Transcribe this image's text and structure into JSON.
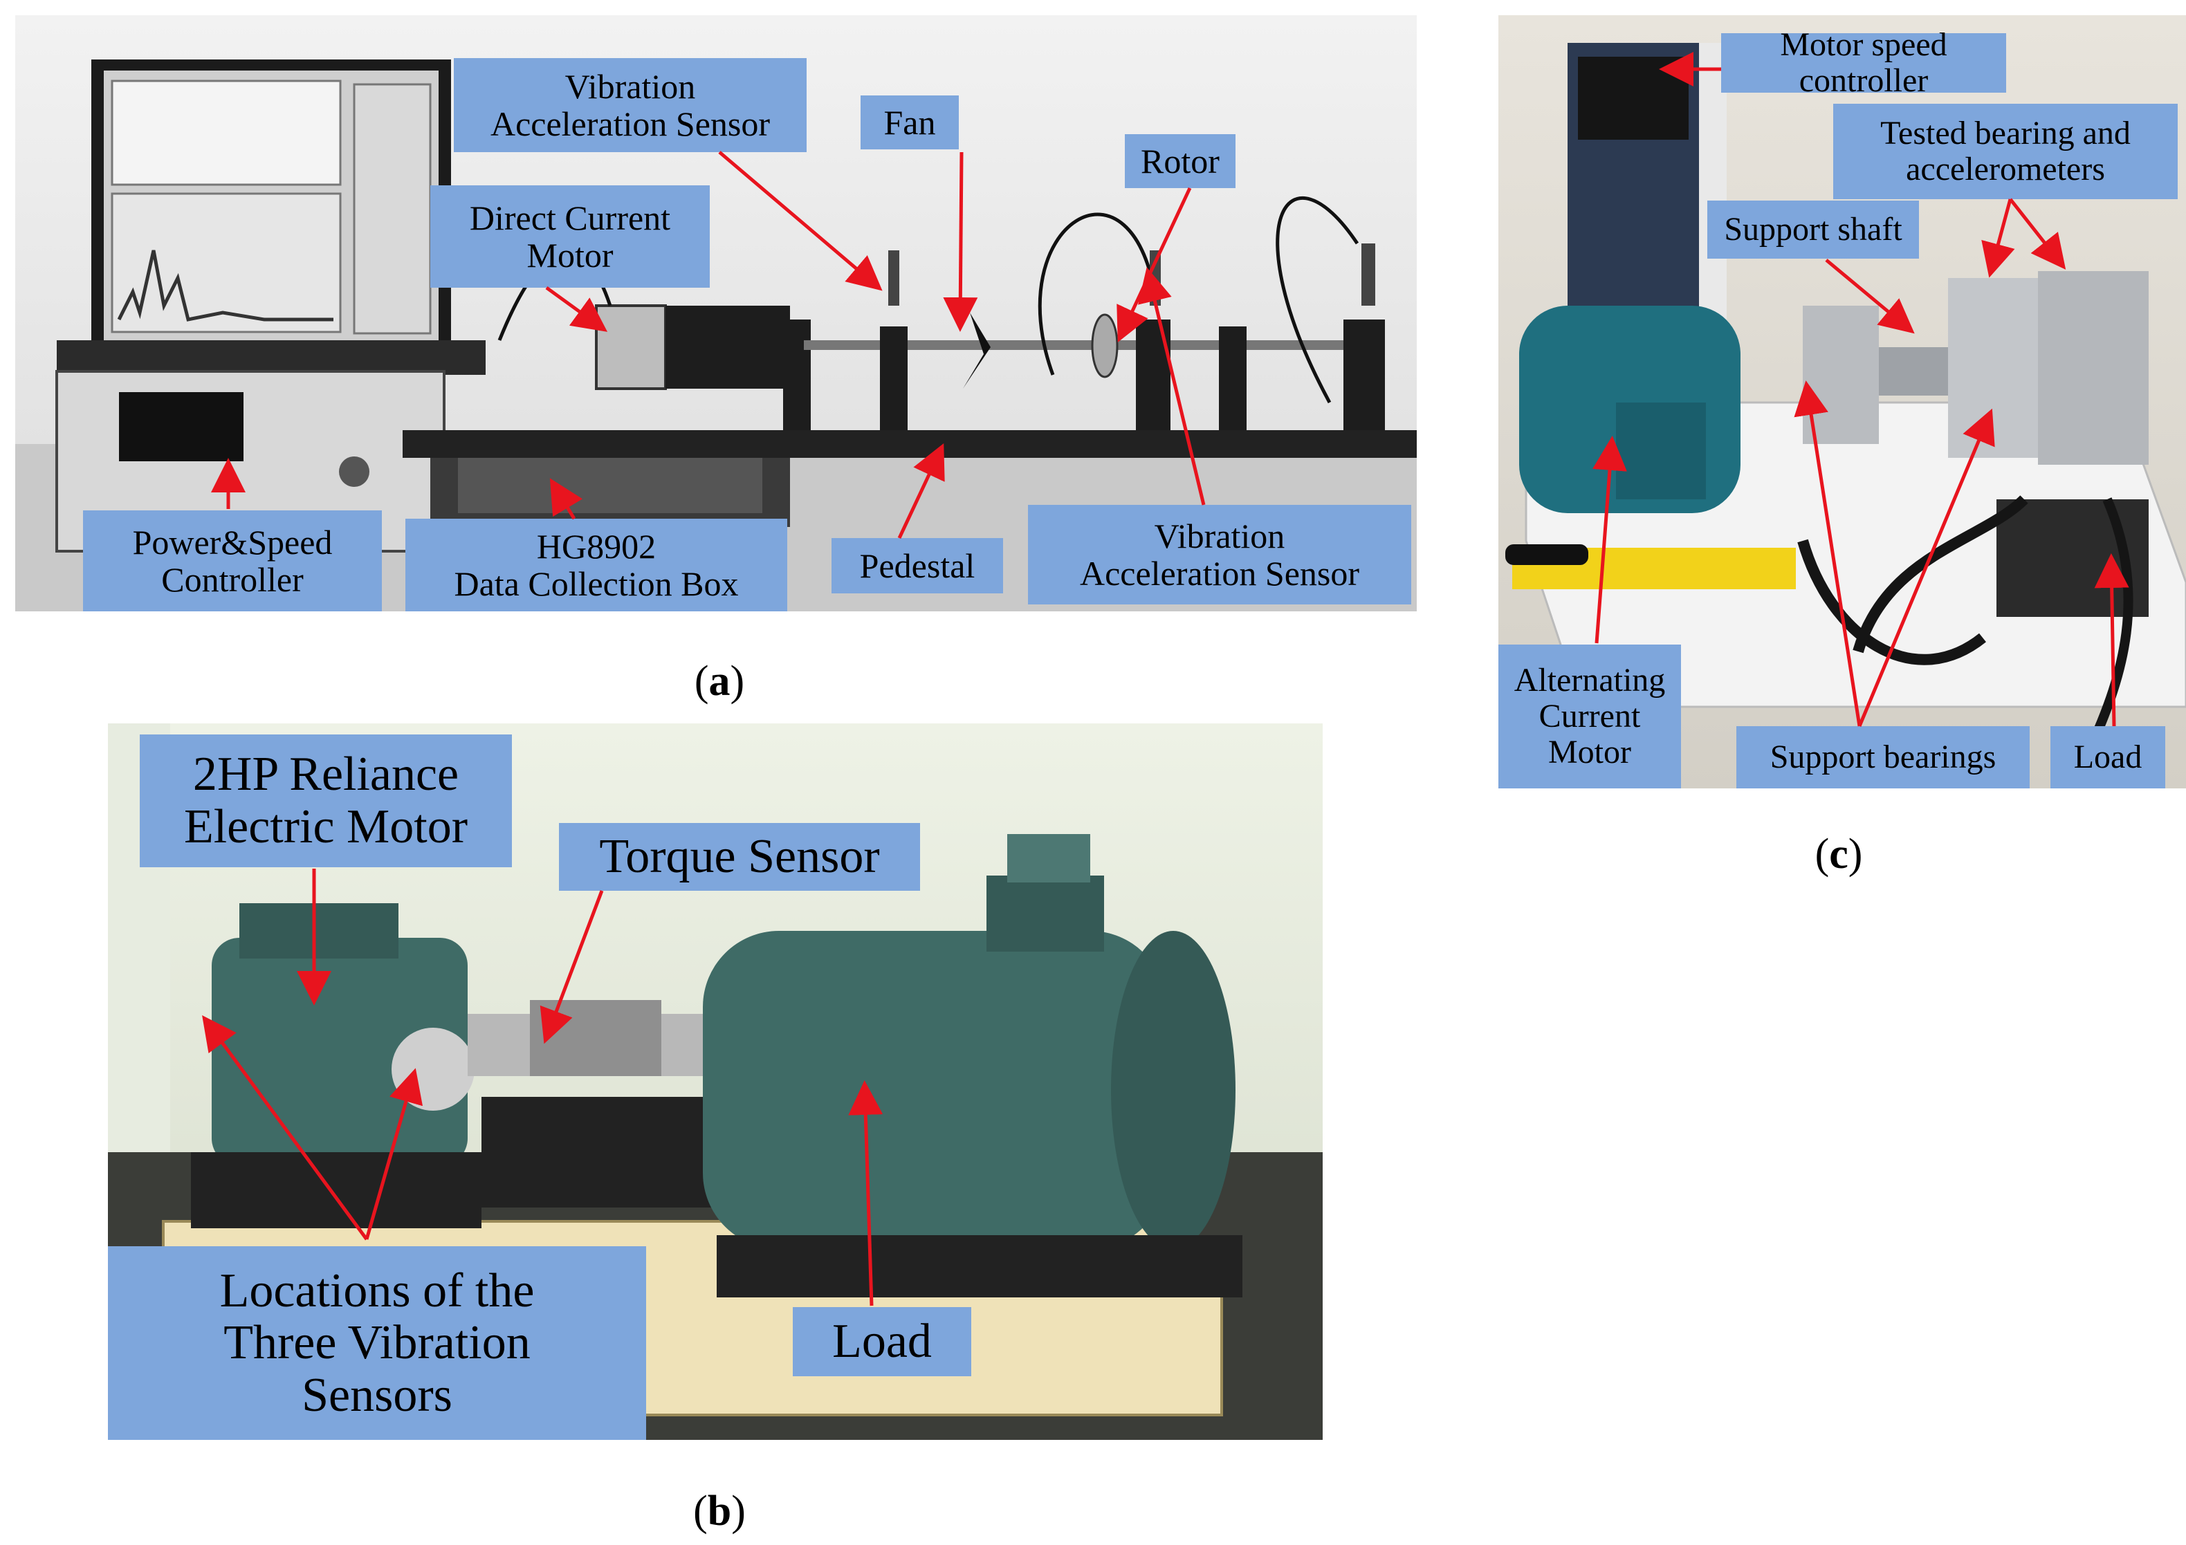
{
  "figure": {
    "panels": [
      {
        "id": "a",
        "caption_letter": "a",
        "photo_style": "grayscale",
        "labels": [
          "Vibration\nAcceleration Sensor",
          "Fan",
          "Rotor",
          "Direct Current\nMotor",
          "Power&Speed\nController",
          "HG8902\nData Collection Box",
          "Pedestal",
          "Vibration\nAcceleration Sensor"
        ]
      },
      {
        "id": "b",
        "caption_letter": "b",
        "photo_style": "color",
        "labels": [
          "2HP Reliance\nElectric Motor",
          "Torque Sensor",
          "Locations of the\nThree Vibration\nSensors",
          "Load"
        ]
      },
      {
        "id": "c",
        "caption_letter": "c",
        "photo_style": "color",
        "labels": [
          "Motor speed controller",
          "Tested bearing and\naccelerometers",
          "Support shaft",
          "Alternating\nCurrent\nMotor",
          "Support bearings",
          "Load"
        ]
      }
    ],
    "colors": {
      "callout_bg": "#7ea6dc",
      "arrow": "#e8141e",
      "motor_green": "#3f6b66",
      "teal_motor": "#1f6f7f",
      "hydraulic_yellow": "#f2d21a"
    }
  }
}
